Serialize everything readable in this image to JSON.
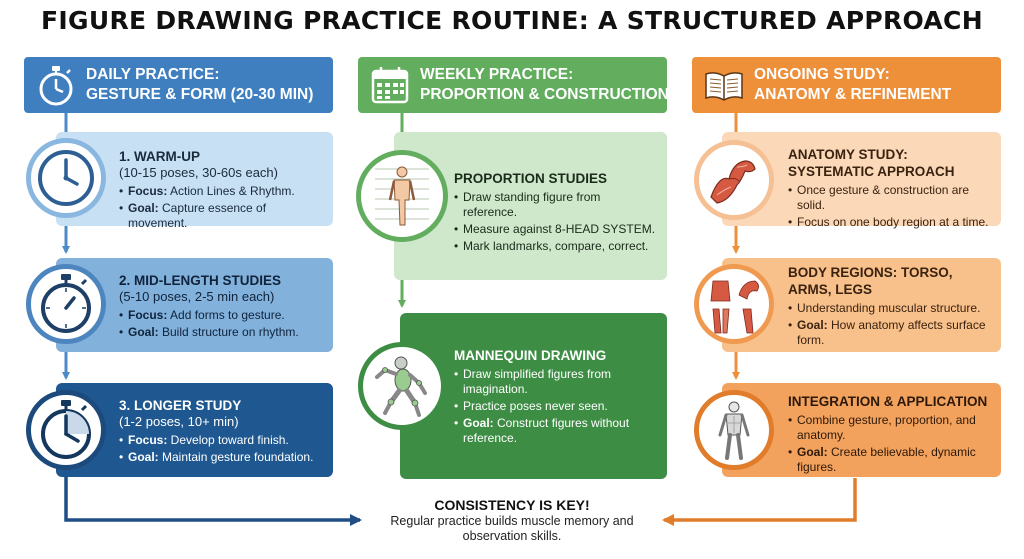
{
  "title": "FIGURE DRAWING PRACTICE ROUTINE: A STRUCTURED APPROACH",
  "colors": {
    "daily": "#3f7fc0",
    "weekly": "#62ad5e",
    "ongoing": "#ee8f3a"
  },
  "columns": [
    {
      "header_line1": "DAILY PRACTICE:",
      "header_line2": "GESTURE & FORM (20-30 MIN)",
      "icon": "stopwatch-icon",
      "steps": [
        {
          "title": "1. WARM-UP",
          "subtitle": "(10-15 poses, 30-60s each)",
          "icon": "clock-icon",
          "bullets": [
            {
              "label": "Focus:",
              "text": " Action Lines & Rhythm."
            },
            {
              "label": "Goal:",
              "text": " Capture essence of movement."
            }
          ]
        },
        {
          "title": "2. MID-LENGTH STUDIES",
          "subtitle": "(5-10 poses, 2-5 min each)",
          "icon": "stopwatch-icon",
          "bullets": [
            {
              "label": "Focus:",
              "text": " Add forms to gesture."
            },
            {
              "label": "Goal:",
              "text": " Build structure on rhythm."
            }
          ]
        },
        {
          "title": "3. LONGER STUDY",
          "subtitle": "(1-2 poses, 10+ min)",
          "icon": "stopwatch-icon",
          "bullets": [
            {
              "label": "Focus:",
              "text": " Develop toward finish."
            },
            {
              "label": "Goal:",
              "text": " Maintain gesture foundation."
            }
          ]
        }
      ]
    },
    {
      "header_line1": "WEEKLY PRACTICE:",
      "header_line2": "PROPORTION & CONSTRUCTION",
      "icon": "calendar-icon",
      "steps": [
        {
          "title": "PROPORTION STUDIES",
          "icon": "standing-figure-icon",
          "bullets": [
            {
              "label": "",
              "text": "Draw standing figure from reference."
            },
            {
              "label": "",
              "text": "Measure against 8-HEAD SYSTEM."
            },
            {
              "label": "",
              "text": "Mark landmarks, compare, correct."
            }
          ]
        },
        {
          "title": "MANNEQUIN DRAWING",
          "icon": "mannequin-icon",
          "bullets": [
            {
              "label": "",
              "text": "Draw simplified figures from imagination."
            },
            {
              "label": "",
              "text": "Practice poses never seen."
            },
            {
              "label": "Goal:",
              "text": " Construct figures without reference."
            }
          ]
        }
      ]
    },
    {
      "header_line1": "ONGOING STUDY:",
      "header_line2": "ANATOMY & REFINEMENT",
      "icon": "open-book-icon",
      "steps": [
        {
          "title": "ANATOMY STUDY: SYSTEMATIC APPROACH",
          "icon": "muscle-arm-icon",
          "bullets": [
            {
              "label": "",
              "text": "Once gesture & construction are solid."
            },
            {
              "label": "",
              "text": "Focus on one body region at a time."
            }
          ]
        },
        {
          "title": "BODY REGIONS: TORSO, ARMS, LEGS",
          "icon": "body-regions-icon",
          "bullets": [
            {
              "label": "",
              "text": "Understanding muscular structure."
            },
            {
              "label": "Goal:",
              "text": " How anatomy affects surface form."
            }
          ]
        },
        {
          "title": "INTEGRATION & APPLICATION",
          "icon": "anatomy-figure-icon",
          "bullets": [
            {
              "label": "",
              "text": "Combine gesture, proportion, and anatomy."
            },
            {
              "label": "Goal:",
              "text": " Create believable, dynamic figures."
            }
          ]
        }
      ]
    }
  ],
  "footer": {
    "title": "CONSISTENCY IS KEY!",
    "subtitle": "Regular practice builds muscle memory and observation skills."
  }
}
